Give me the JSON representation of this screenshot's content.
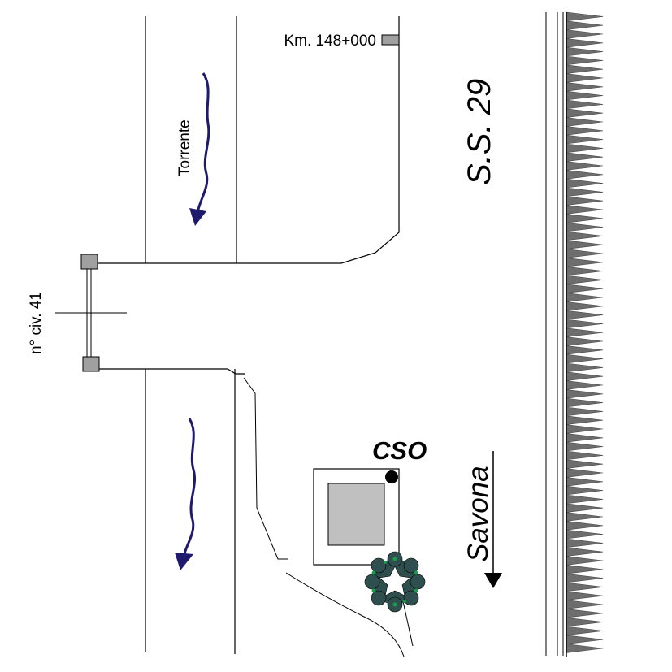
{
  "labels": {
    "km_marker": "Km. 148+000",
    "stream": "Torrente",
    "house_number": "n° civ. 41",
    "road": "S.S. 29",
    "cso": "CSO",
    "direction": "Savona"
  },
  "colors": {
    "line": "#000000",
    "stream_arrow": "#1f1a6b",
    "post_fill": "#a0a0a0",
    "building_fill": "#c0c0c0",
    "hedge": "#6d6d6d",
    "tree_dark": "#2f4f4f",
    "tree_accent": "#1a9a4a"
  },
  "icons": {
    "stream_arrows": "wavy-down-arrow",
    "cso_point": "filled-circle",
    "direction": "down-triangle-arrow",
    "tree": "tree-symbol"
  }
}
